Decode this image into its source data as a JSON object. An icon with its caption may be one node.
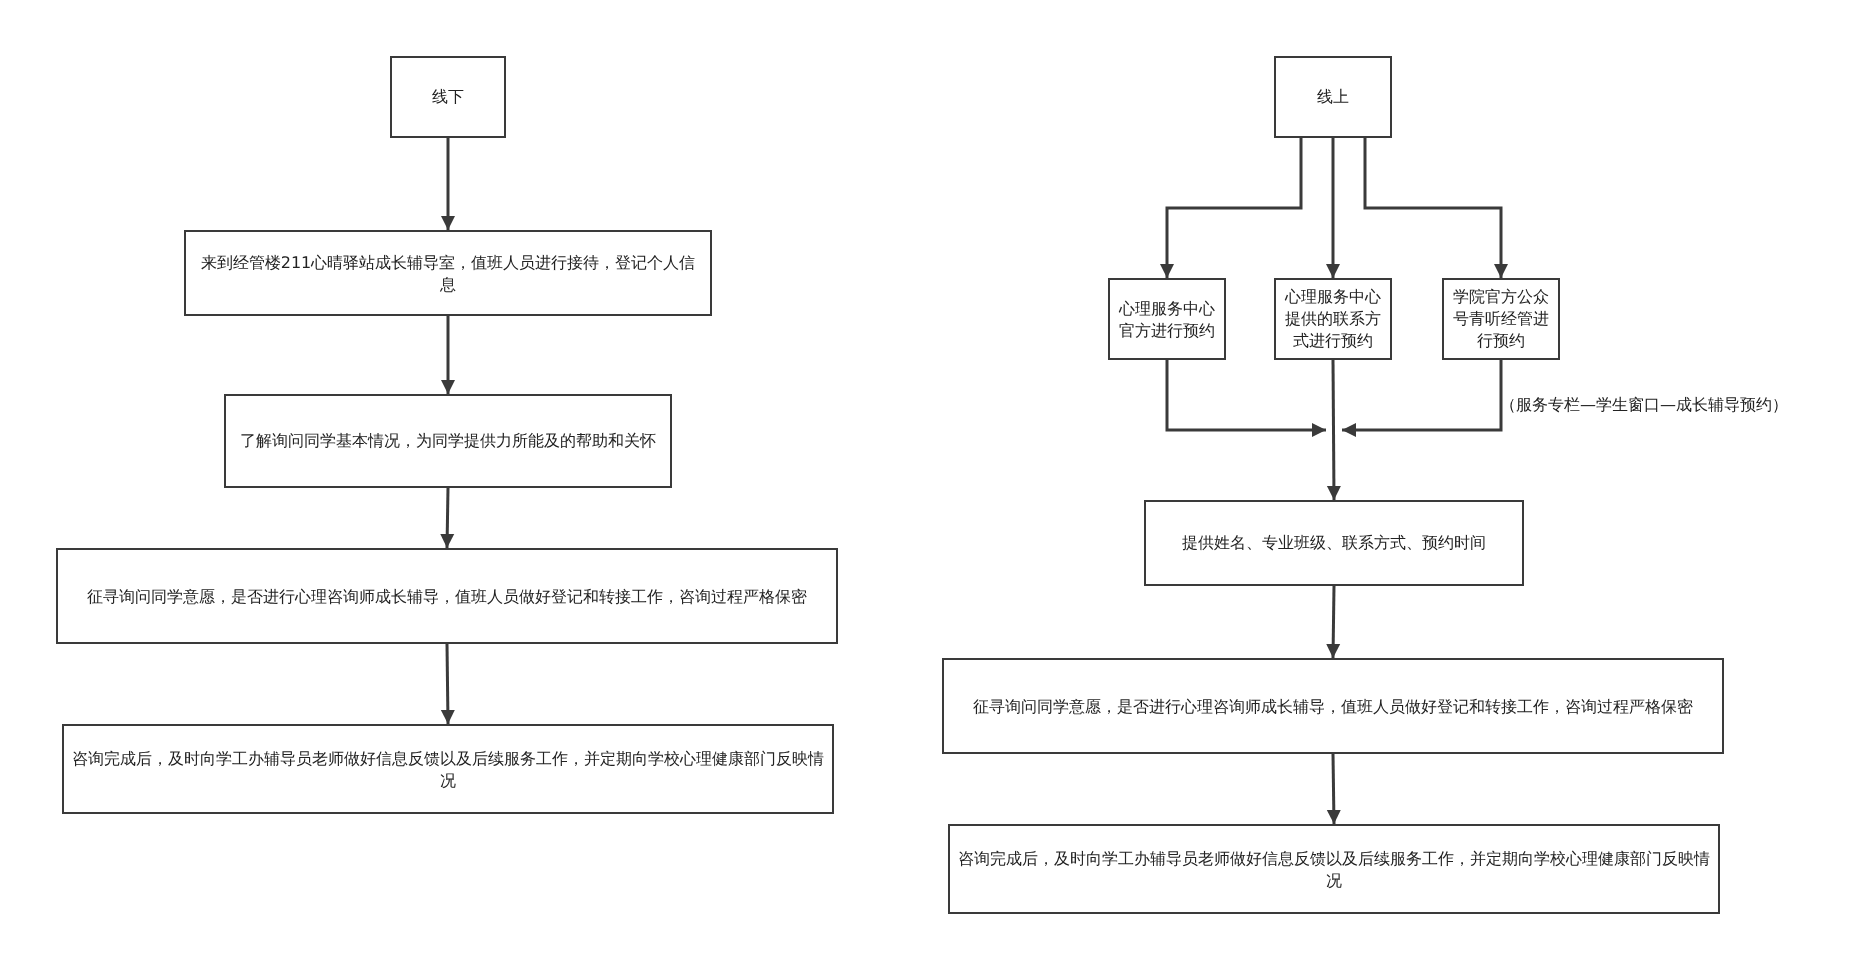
{
  "diagram": {
    "nodes": [
      {
        "text": [
          "线下"
        ]
      },
      {
        "text": [
          "来到经管楼211心晴驿站成长辅导室，值班人员进行接待，登记个人信息"
        ]
      },
      {
        "text": [
          "了解询问同学基本情况，为同学提供力所能及的帮助和关怀"
        ]
      },
      {
        "text": [
          "征寻询问同学意愿，是否进行心理咨询师成长辅导，值班人员做好登记和转接工作，咨询过程严格保密"
        ]
      },
      {
        "text": [
          "咨询完成后，及时向学工办辅导员老师做好信息反馈以及后续服务工作，并定期向学校心理健康部门反映情况"
        ]
      },
      {
        "text": [
          "线上"
        ]
      },
      {
        "text": [
          "心理服务中心官方进行预约"
        ]
      },
      {
        "text": [
          "心理服务中心提供的联系方式进行预约"
        ]
      },
      {
        "text": [
          "学院官方公众号青听经管进行预约"
        ],
        "beside": [
          "（服务专栏—学生窗口—成长辅导预约）"
        ]
      },
      {
        "text": [
          "提供姓名、专业班级、联系方式、预约时间"
        ]
      },
      {
        "text": [
          "征寻询问同学意愿，是否进行心理咨询师成长辅导，值班人员做好登记和转接工作，咨询过程严格保密"
        ]
      },
      {
        "text": [
          "咨询完成后，及时向学工办辅导员老师做好信息反馈以及后续服务工作，并定期向学校心理健康部门反映情况"
        ]
      }
    ],
    "edges": [
      {
        "from": 0,
        "to": 1,
        "arrow": "to"
      },
      {
        "from": 1,
        "to": 2,
        "arrow": "to"
      },
      {
        "from": 2,
        "to": 3,
        "arrow": "to"
      },
      {
        "from": 3,
        "to": 4,
        "arrow": "to"
      },
      {
        "from": 5,
        "to": 6,
        "arrow": "to"
      },
      {
        "from": 5,
        "to": 7,
        "arrow": "to"
      },
      {
        "from": 5,
        "to": 8,
        "arrow": "to"
      },
      {
        "from": 6,
        "to": 9,
        "arrow": "to"
      },
      {
        "from": 7,
        "to": 9,
        "arrow": "to"
      },
      {
        "from": 8,
        "to": 9,
        "arrow": "to"
      },
      {
        "from": 9,
        "to": 10,
        "arrow": "to"
      },
      {
        "from": 10,
        "to": 11,
        "arrow": "to"
      }
    ]
  }
}
